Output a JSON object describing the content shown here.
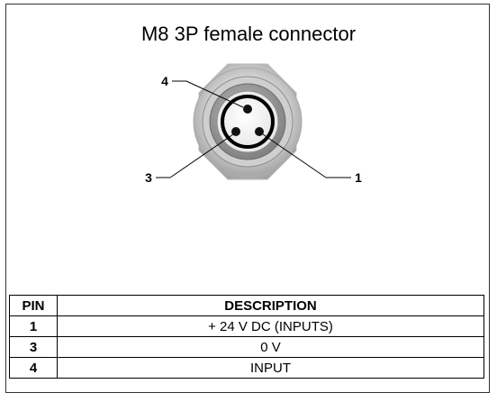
{
  "title": "M8 3P female connector",
  "callouts": {
    "pin4": "4",
    "pin3": "3",
    "pin1": "1"
  },
  "table": {
    "headers": {
      "pin": "PIN",
      "description": "DESCRIPTION"
    },
    "rows": [
      {
        "pin": "1",
        "description": "+ 24 V DC (INPUTS)"
      },
      {
        "pin": "3",
        "description": "0 V"
      },
      {
        "pin": "4",
        "description": "INPUT"
      }
    ]
  }
}
